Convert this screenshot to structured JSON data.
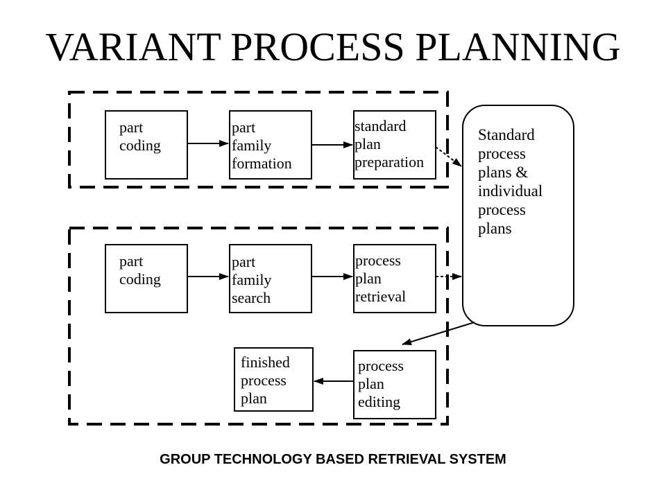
{
  "title": "VARIANT PROCESS PLANNING",
  "caption": "GROUP TECHNOLOGY BASED RETRIEVAL SYSTEM",
  "top_group": {
    "boxes": [
      {
        "id": "part-coding-1",
        "lines": [
          "part",
          "coding"
        ]
      },
      {
        "id": "part-family-formation",
        "lines": [
          "part",
          "family",
          "formation"
        ]
      },
      {
        "id": "standard-plan-preparation",
        "lines": [
          "standard",
          "plan",
          "preparation"
        ]
      }
    ]
  },
  "bottom_group": {
    "boxes": [
      {
        "id": "part-coding-2",
        "lines": [
          "part",
          "coding"
        ]
      },
      {
        "id": "part-family-search",
        "lines": [
          "part",
          "family",
          "search"
        ]
      },
      {
        "id": "process-plan-retrieval",
        "lines": [
          "process",
          "plan",
          "retrieval"
        ]
      },
      {
        "id": "process-plan-editing",
        "lines": [
          "process",
          "plan",
          "editing"
        ]
      },
      {
        "id": "finished-process-plan",
        "lines": [
          "finished",
          "process",
          "plan"
        ]
      }
    ]
  },
  "database": {
    "lines": [
      "Standard",
      "process",
      "plans  &",
      "individual",
      "process",
      "plans"
    ]
  }
}
